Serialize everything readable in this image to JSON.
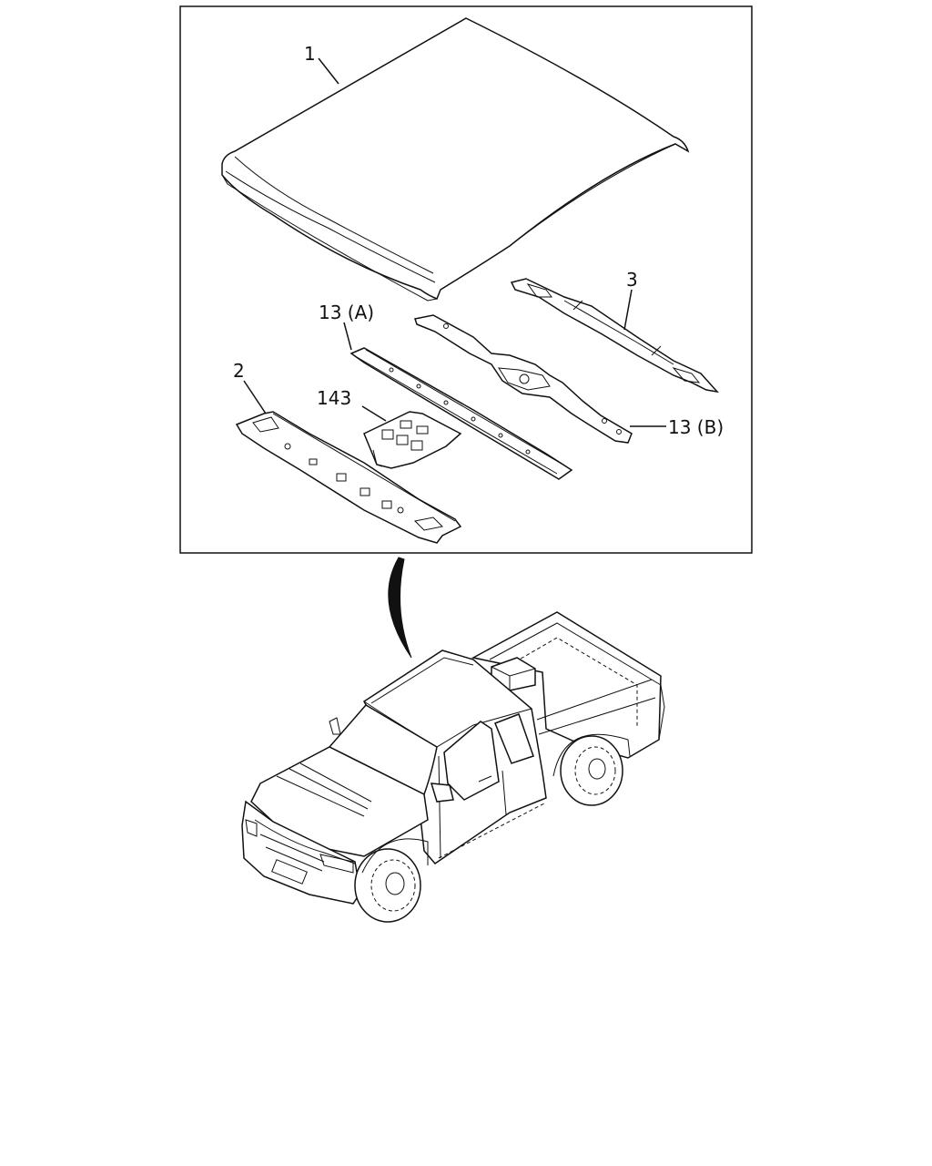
{
  "callouts": {
    "roof_panel": "1",
    "front_header": "2",
    "rear_bow": "3",
    "roof_bow_a": "13 (A)",
    "roof_bow_b": "13 (B)",
    "bracket": "143"
  },
  "colors": {
    "line": "#111111",
    "background": "#ffffff"
  }
}
